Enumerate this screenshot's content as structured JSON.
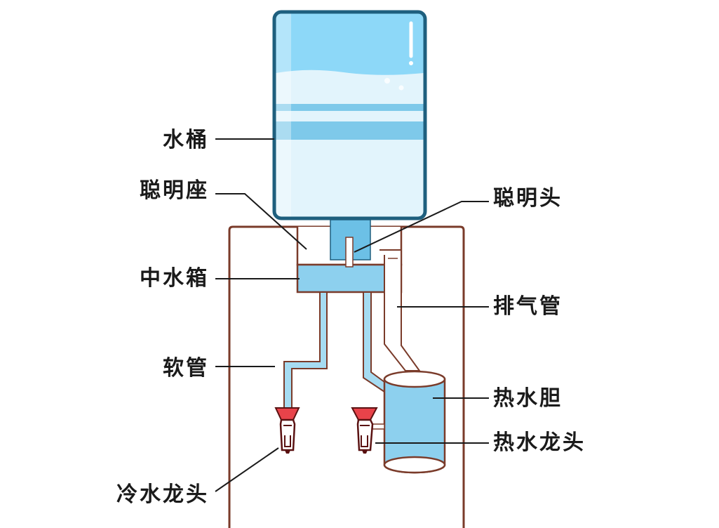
{
  "labels": {
    "water_bucket": "水桶",
    "smart_seat": "聪明座",
    "middle_tank": "中水箱",
    "hose": "软管",
    "cold_tap": "冷水龙头",
    "smart_head": "聪明头",
    "exhaust_pipe": "排气管",
    "hot_tank": "热水胆",
    "hot_tap": "热水龙头"
  },
  "colors": {
    "outline_dark": "#1e5f7e",
    "water_light": "#e2f4fc",
    "water_mid": "#8dd8f8",
    "water_band": "#7ec9ea",
    "cabinet_outline": "#7a3b2a",
    "tap_red": "#e8434a",
    "tap_outline": "#5a1212",
    "leader_line": "#1a1a1a"
  }
}
